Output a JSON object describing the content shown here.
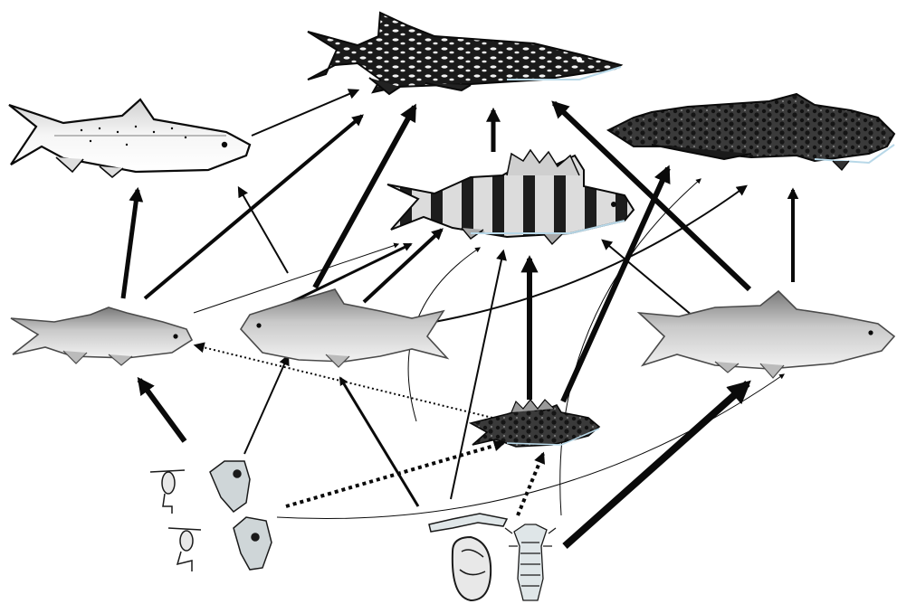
{
  "diagram": {
    "kind": "food-web",
    "background": "#ffffff",
    "ink": "#0a0a0a",
    "nodes": [
      {
        "id": "pike",
        "name": "pike-icon",
        "type": "fish",
        "shade": "dark",
        "spotted": true
      },
      {
        "id": "trout",
        "name": "trout-icon",
        "type": "fish",
        "shade": "light",
        "spotted": true
      },
      {
        "id": "burbot",
        "name": "burbot-icon",
        "type": "fish",
        "shade": "dark",
        "spotted": false
      },
      {
        "id": "perch",
        "name": "perch-icon",
        "type": "fish",
        "shade": "banded",
        "spotted": false
      },
      {
        "id": "vendace",
        "name": "vendace-icon",
        "type": "fish",
        "shade": "silver",
        "spotted": false
      },
      {
        "id": "roach",
        "name": "roach-icon",
        "type": "fish",
        "shade": "silver",
        "spotted": false
      },
      {
        "id": "whitefish",
        "name": "whitefish-icon",
        "type": "fish",
        "shade": "silver",
        "spotted": false
      },
      {
        "id": "ruffe",
        "name": "ruffe-icon",
        "type": "fish",
        "shade": "spotted-small",
        "spotted": true
      },
      {
        "id": "copepods",
        "name": "copepod-icon",
        "type": "invertebrate"
      },
      {
        "id": "cladocerans",
        "name": "cladoceran-icon",
        "type": "invertebrate"
      },
      {
        "id": "chironomids",
        "name": "chironomid-larva-icon",
        "type": "invertebrate"
      },
      {
        "id": "mollusc",
        "name": "mollusc-icon",
        "type": "invertebrate"
      },
      {
        "id": "isopod",
        "name": "benthic-isopod-icon",
        "type": "invertebrate"
      }
    ],
    "links": [
      {
        "from": "trout",
        "to": "pike",
        "weight": 2,
        "style": "solid"
      },
      {
        "from": "vendace",
        "to": "pike",
        "weight": 4,
        "style": "solid"
      },
      {
        "from": "roach",
        "to": "pike",
        "weight": 6,
        "style": "solid"
      },
      {
        "from": "perch",
        "to": "pike",
        "weight": 5,
        "style": "solid"
      },
      {
        "from": "whitefish",
        "to": "pike",
        "weight": 6,
        "style": "solid"
      },
      {
        "from": "vendace",
        "to": "trout",
        "weight": 5,
        "style": "solid"
      },
      {
        "from": "roach",
        "to": "trout",
        "weight": 2,
        "style": "solid"
      },
      {
        "from": "vendace",
        "to": "perch",
        "weight": 1,
        "style": "solid"
      },
      {
        "from": "roach",
        "to": "perch",
        "weight": 3,
        "style": "solid"
      },
      {
        "from": "roach",
        "to": "perch",
        "weight": 4,
        "style": "solid"
      },
      {
        "from": "ruffe",
        "to": "perch",
        "weight": 6,
        "style": "solid"
      },
      {
        "from": "chironomids",
        "to": "perch",
        "weight": 2,
        "style": "solid"
      },
      {
        "from": "cladocerans",
        "to": "perch",
        "weight": 1,
        "style": "solid"
      },
      {
        "from": "whitefish",
        "to": "perch",
        "weight": 2,
        "style": "solid"
      },
      {
        "from": "ruffe",
        "to": "burbot",
        "weight": 6,
        "style": "solid"
      },
      {
        "from": "whitefish",
        "to": "burbot",
        "weight": 4,
        "style": "solid"
      },
      {
        "from": "isopod",
        "to": "burbot",
        "weight": 1,
        "style": "solid"
      },
      {
        "from": "roach",
        "to": "burbot",
        "weight": 2,
        "style": "solid"
      },
      {
        "from": "copepods",
        "to": "vendace",
        "weight": 6,
        "style": "solid"
      },
      {
        "from": "ruffe",
        "to": "vendace",
        "weight": 2,
        "style": "dotted"
      },
      {
        "from": "cladocerans",
        "to": "roach",
        "weight": 2,
        "style": "solid"
      },
      {
        "from": "chironomids",
        "to": "roach",
        "weight": 3,
        "style": "solid"
      },
      {
        "from": "cladocerans",
        "to": "ruffe",
        "weight": 4,
        "style": "dotted"
      },
      {
        "from": "isopod",
        "to": "ruffe",
        "weight": 4,
        "style": "dotted"
      },
      {
        "from": "isopod",
        "to": "whitefish",
        "weight": 8,
        "style": "solid"
      },
      {
        "from": "cladocerans",
        "to": "whitefish",
        "weight": 1,
        "style": "solid"
      }
    ]
  }
}
